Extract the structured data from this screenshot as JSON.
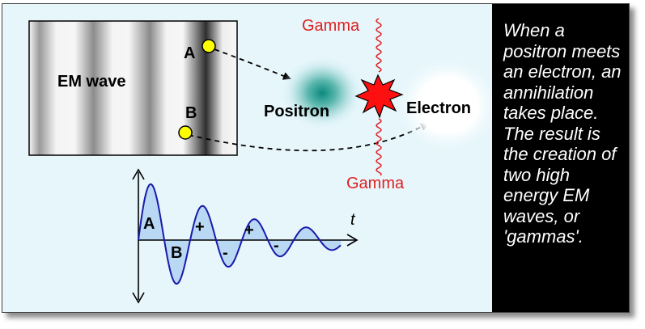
{
  "wave_box": {
    "label": "EM wave",
    "point_a": "A",
    "point_b": "B"
  },
  "particles": {
    "positron": "Positron",
    "electron": "Electron"
  },
  "gamma": {
    "top": "Gamma",
    "bottom": "Gamma"
  },
  "graph": {
    "axis_t": "t",
    "label_a": "A",
    "label_b": "B",
    "plus_1": "+",
    "minus_1": "-",
    "plus_2": "+",
    "minus_2": "-"
  },
  "caption": "When a positron meets an electron,  an annihilation takes place. The result is the creation of two high energy EM waves, or 'gammas'.",
  "colors": {
    "background": "#e6f6fb",
    "gamma": "#e02020",
    "burst": "#ff1010",
    "point": "#ffff00",
    "wave_fill": "#b8d8f4",
    "wave_stroke": "#1a1aaa"
  }
}
